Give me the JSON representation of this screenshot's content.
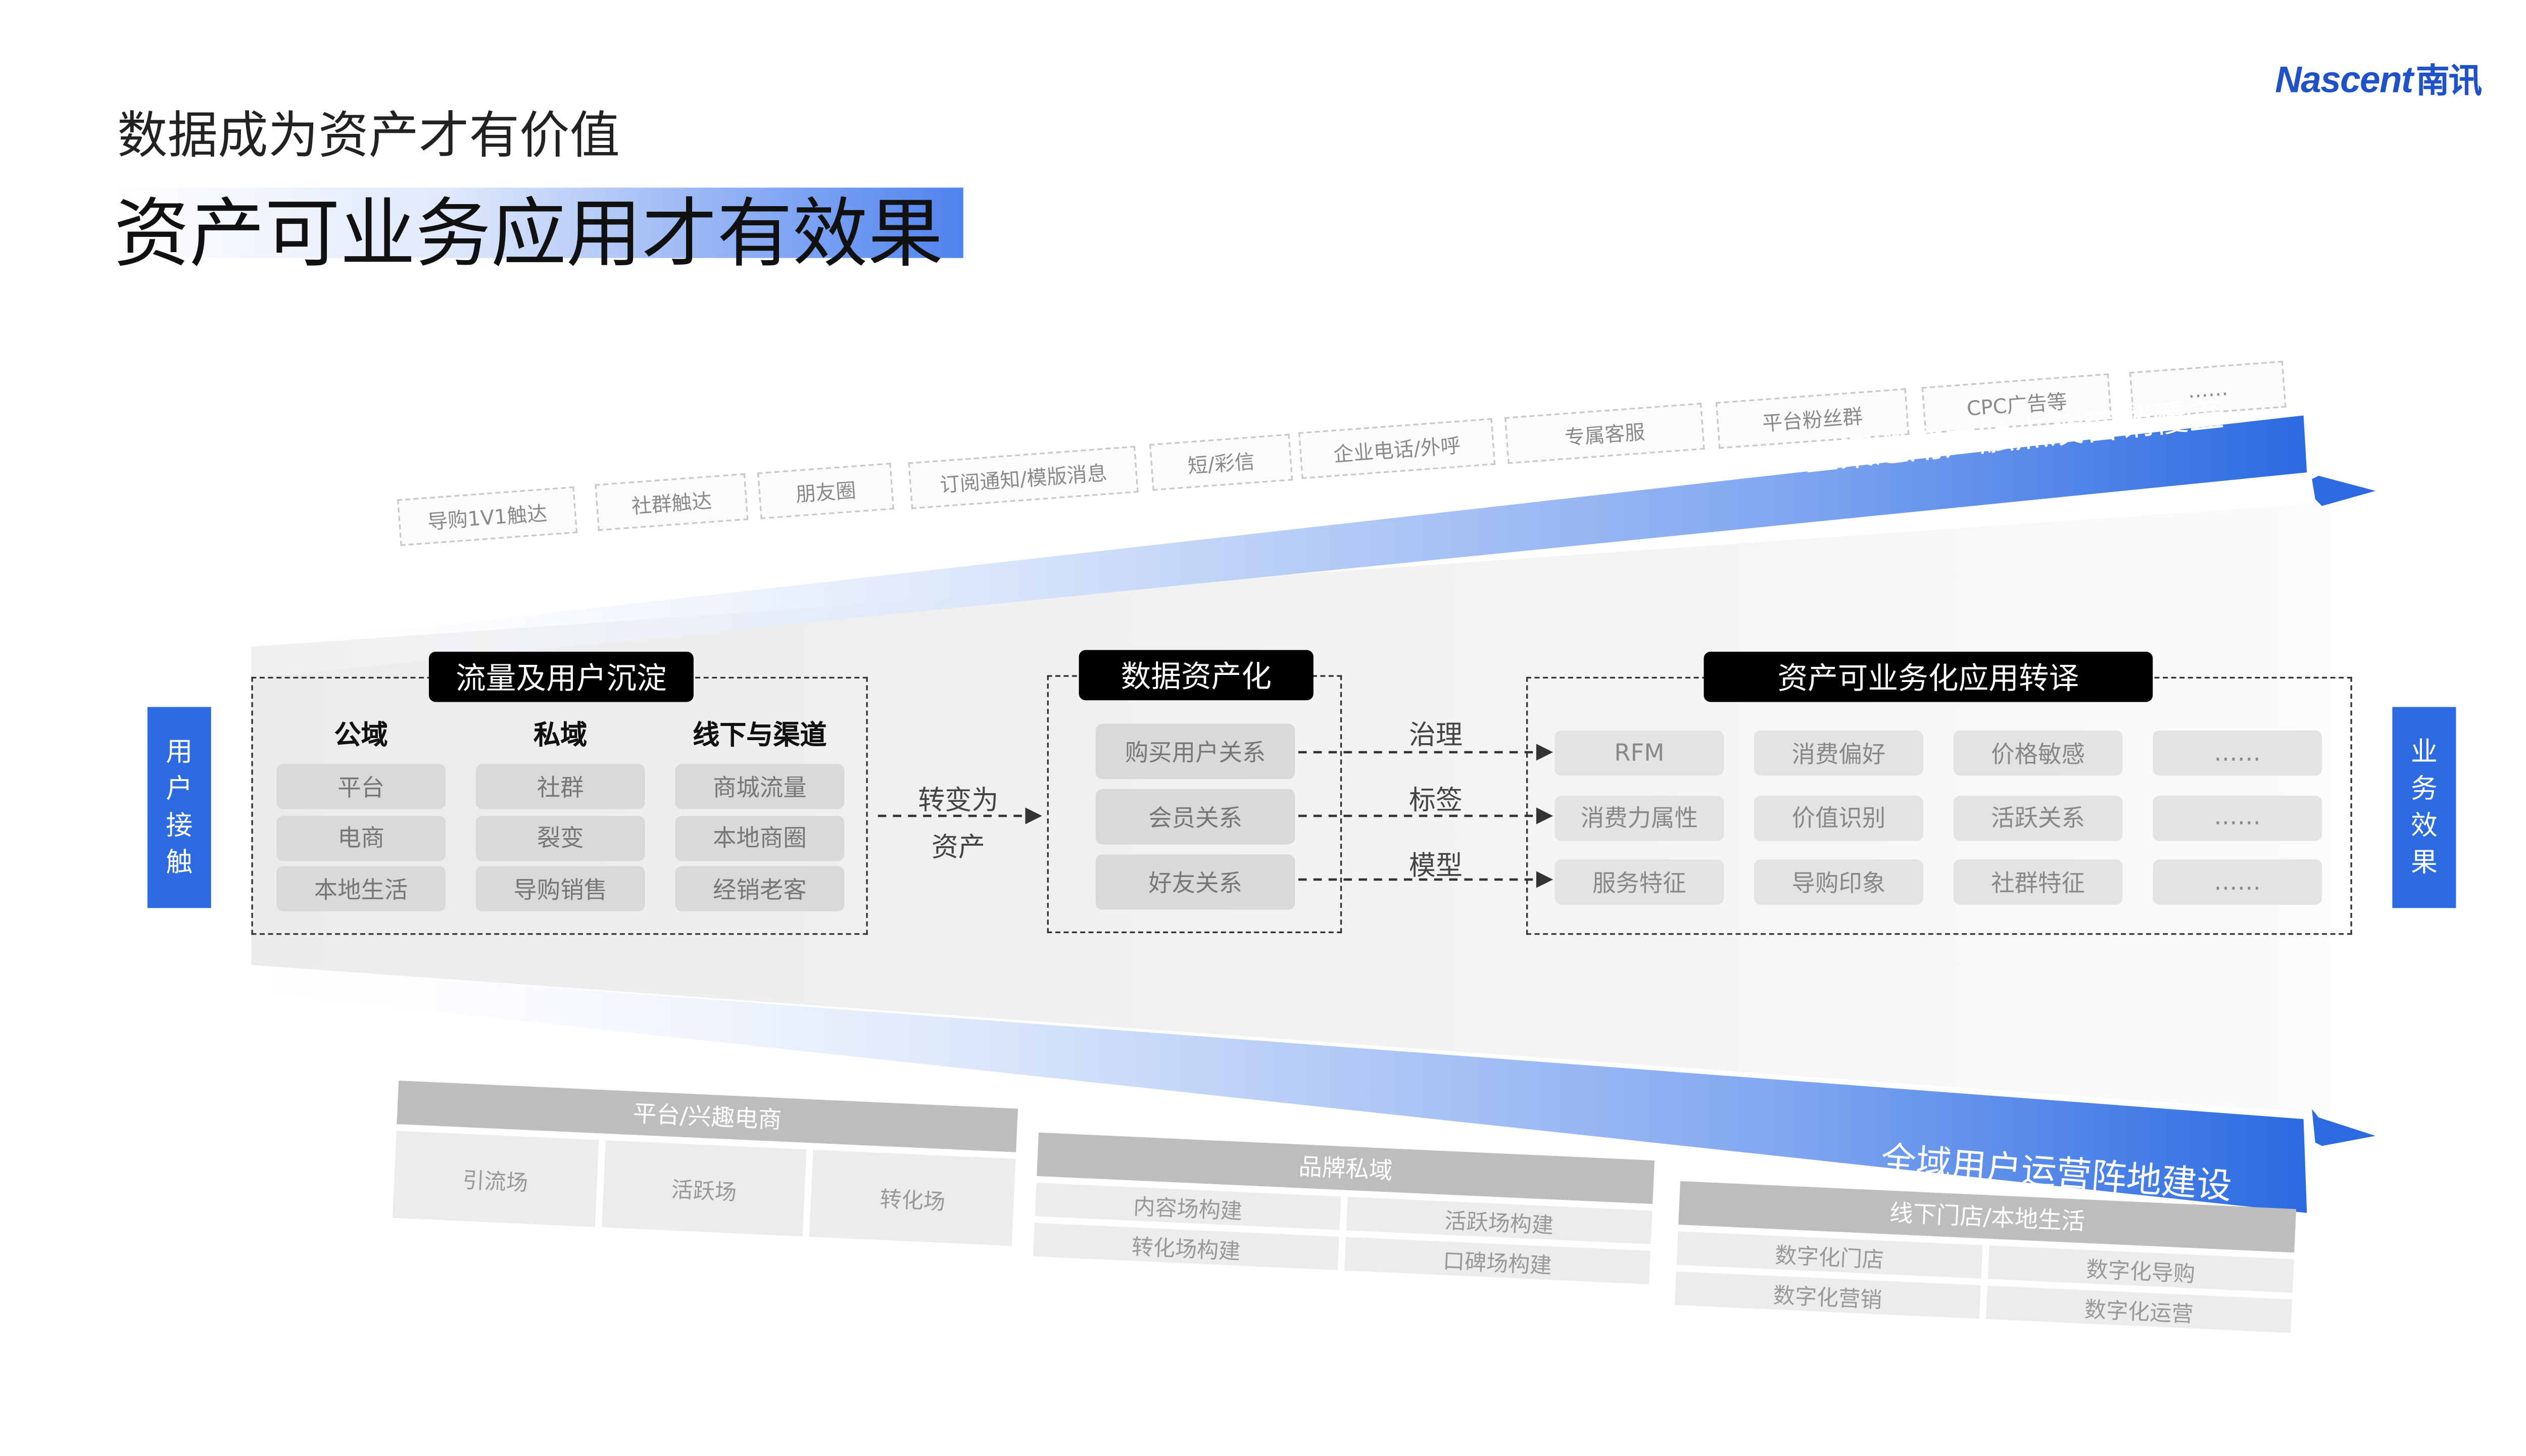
{
  "brand": {
    "logo_latin": "Nascent",
    "logo_cn": "南讯"
  },
  "subtitle": "数据成为资产才有价值",
  "title": "资产可业务应用才有效果",
  "left_label": "用\n户\n接\n触",
  "right_label": "业\n务\n效\n果",
  "top_band": {
    "label": "全渠道用户触点及营销覆盖",
    "tags": [
      "导购1V1触达",
      "社群触达",
      "朋友圈",
      "订阅通知/模版消息",
      "短/彩信",
      "企业电话/外呼",
      "专属客服",
      "平台粉丝群",
      "CPC广告等",
      "……"
    ]
  },
  "bottom_band": {
    "label": "全域用户运营阵地建设",
    "groups": [
      {
        "title": "平台/兴趣电商",
        "cells": [
          "引流场",
          "活跃场",
          "转化场"
        ]
      },
      {
        "title": "品牌私域",
        "cells": [
          "内容场构建",
          "活跃场构建",
          "转化场构建",
          "口碑场构建"
        ]
      },
      {
        "title": "线下门店/本地生活",
        "cells": [
          "数字化门店",
          "数字化导购",
          "数字化营销",
          "数字化运营"
        ]
      }
    ]
  },
  "section1": {
    "title": "流量及用户沉淀",
    "columns": [
      {
        "header": "公域",
        "items": [
          "平台",
          "电商",
          "本地生活"
        ]
      },
      {
        "header": "私域",
        "items": [
          "社群",
          "裂变",
          "导购销售"
        ]
      },
      {
        "header": "线下与渠道",
        "items": [
          "商城流量",
          "本地商圈",
          "经销老客"
        ]
      }
    ]
  },
  "transform_label": "转变为\n资产",
  "section2": {
    "title": "数据资产化",
    "items": [
      "购买用户关系",
      "会员关系",
      "好友关系"
    ]
  },
  "arrow_labels": [
    "治理",
    "标签",
    "模型"
  ],
  "section3": {
    "title": "资产可业务化应用转译",
    "rows": [
      [
        "RFM",
        "消费偏好",
        "价格敏感",
        "……"
      ],
      [
        "消费力属性",
        "价值识别",
        "活跃关系",
        "……"
      ],
      [
        "服务特征",
        "导购印象",
        "社群特征",
        "……"
      ]
    ]
  },
  "colors": {
    "accent": "#2b6ae1",
    "band_start": "#dce7fb",
    "band_end": "#2b6ae1",
    "dark_block": "#000000"
  }
}
